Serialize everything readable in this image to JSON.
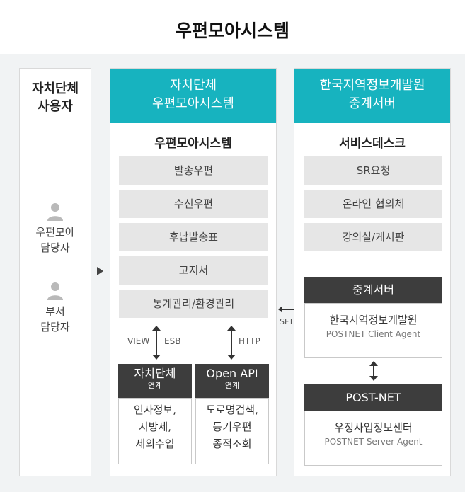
{
  "title": "우편모아시스템",
  "user_column": {
    "header_line1": "자치단체",
    "header_line2": "사용자",
    "persons": [
      {
        "icon": "person-icon",
        "line1": "우편모아",
        "line2": "담당자"
      },
      {
        "icon": "person-icon",
        "line1": "부서",
        "line2": "담당자"
      }
    ]
  },
  "system_column": {
    "header_line1": "자치단체",
    "header_line2": "우편모아시스템",
    "subheader": "우편모아시스템",
    "items": [
      "발송우편",
      "수신우편",
      "후납발송표",
      "고지서",
      "통계관리/환경관리"
    ],
    "link_left": {
      "label_a": "VIEW",
      "label_b": "ESB"
    },
    "link_right": {
      "label": "HTTP"
    },
    "boxes": [
      {
        "title": "자치단체",
        "subtitle": "연계",
        "lines": [
          "인사정보,",
          "지방세,",
          "세외수입"
        ]
      },
      {
        "title": "Open API",
        "subtitle": "연계",
        "lines": [
          "도로명검색,",
          "등기우편",
          "종적조회"
        ]
      }
    ]
  },
  "sftp_label": "SFTP",
  "center_column": {
    "header_line1": "한국지역정보개발원",
    "header_line2": "중계서버",
    "subheader": "서비스데스크",
    "items": [
      "SR요청",
      "온라인 협의체",
      "강의실/게시판"
    ],
    "relay": {
      "title": "중계서버",
      "line1": "한국지역정보개발원",
      "line2": "POSTNET Client Agent"
    },
    "postnet": {
      "title": "POST-NET",
      "line1": "우정사업정보센터",
      "line2": "POSTNET Server Agent"
    }
  },
  "colors": {
    "teal": "#17b3bf",
    "dark": "#3d3d3d",
    "gray_box": "#e6e6e6",
    "band": "#f1f3f4"
  }
}
